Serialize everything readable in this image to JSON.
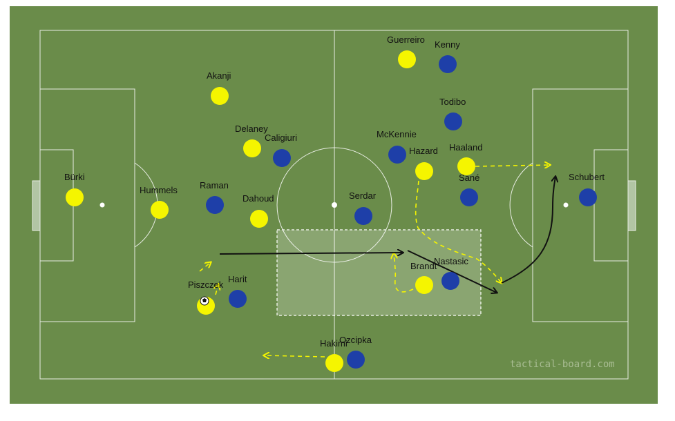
{
  "watermark": "tactical-board.com",
  "colors": {
    "pitch": "#6a8c4a",
    "lines": "#ffffff",
    "team_yellow": "#f5f500",
    "team_blue": "#1e3fa8",
    "run_line": "#f5f500",
    "pass_line": "#111111",
    "zone_fill": "#ffffff"
  },
  "players": [
    {
      "name": "Bürki",
      "team": "yellow"
    },
    {
      "name": "Hummels",
      "team": "yellow"
    },
    {
      "name": "Akanji",
      "team": "yellow"
    },
    {
      "name": "Delaney",
      "team": "yellow"
    },
    {
      "name": "Dahoud",
      "team": "yellow"
    },
    {
      "name": "Piszczek",
      "team": "yellow"
    },
    {
      "name": "Hakimi",
      "team": "yellow"
    },
    {
      "name": "Guerreiro",
      "team": "yellow"
    },
    {
      "name": "Hazard",
      "team": "yellow"
    },
    {
      "name": "Haaland",
      "team": "yellow"
    },
    {
      "name": "Brandt",
      "team": "yellow"
    },
    {
      "name": "Kenny",
      "team": "blue"
    },
    {
      "name": "Todibo",
      "team": "blue"
    },
    {
      "name": "McKennie",
      "team": "blue"
    },
    {
      "name": "Caligiuri",
      "team": "blue"
    },
    {
      "name": "Raman",
      "team": "blue"
    },
    {
      "name": "Serdar",
      "team": "blue"
    },
    {
      "name": "Harit",
      "team": "blue"
    },
    {
      "name": "Ozcipka",
      "team": "blue"
    },
    {
      "name": "Nastasic",
      "team": "blue"
    },
    {
      "name": "Sané",
      "team": "blue"
    },
    {
      "name": "Schubert",
      "team": "blue"
    }
  ]
}
